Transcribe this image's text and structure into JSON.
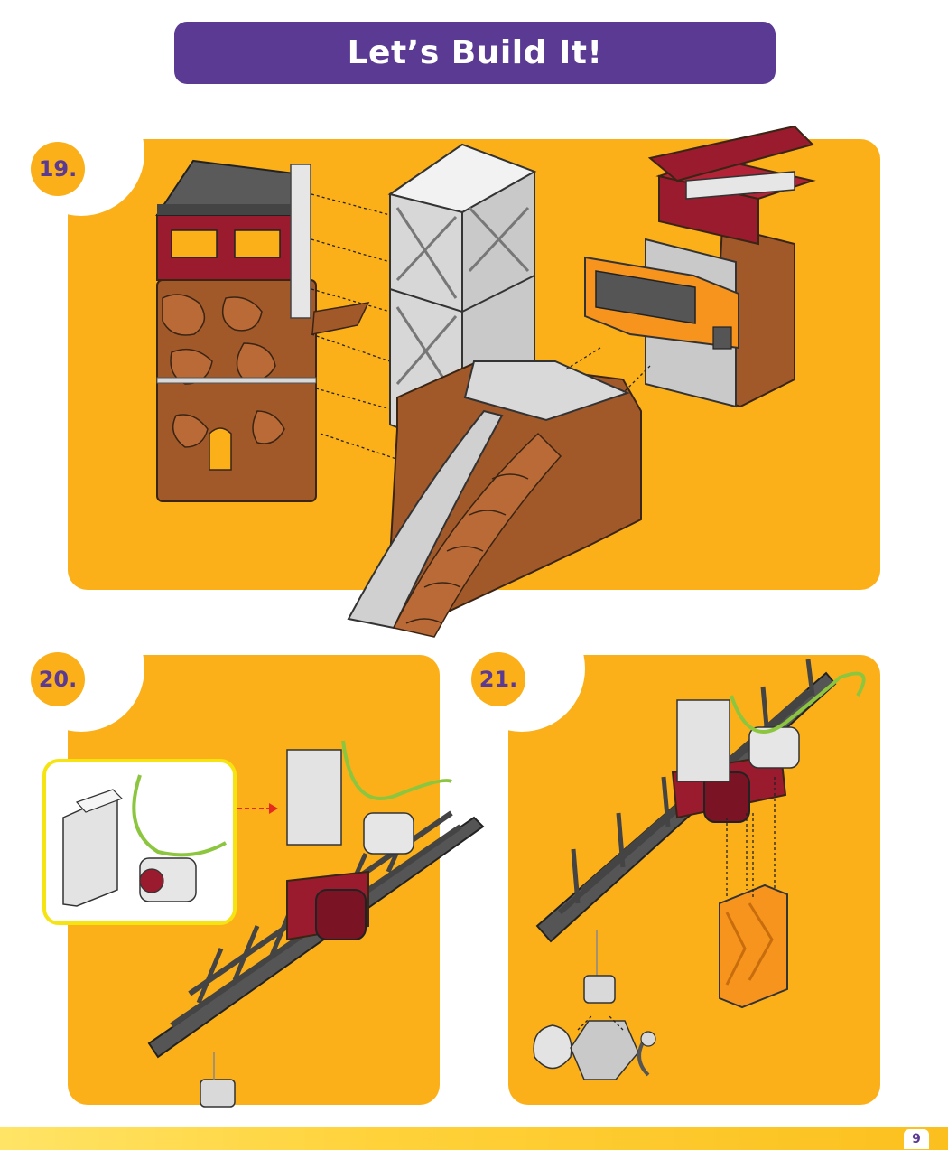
{
  "header": {
    "title": "Let’s Build It!"
  },
  "steps": [
    {
      "number": "19."
    },
    {
      "number": "20."
    },
    {
      "number": "21."
    }
  ],
  "footer": {
    "page_number": "9"
  },
  "colors": {
    "purple": "#5b3a93",
    "orange_panel": "#fbb01a",
    "rock_brown": "#a2592a",
    "frame_gray": "#c9c9c9",
    "dark_gray": "#555555",
    "maroon": "#9b1b2e",
    "cable_green": "#8cc63f",
    "inset_border": "#f6e312"
  }
}
